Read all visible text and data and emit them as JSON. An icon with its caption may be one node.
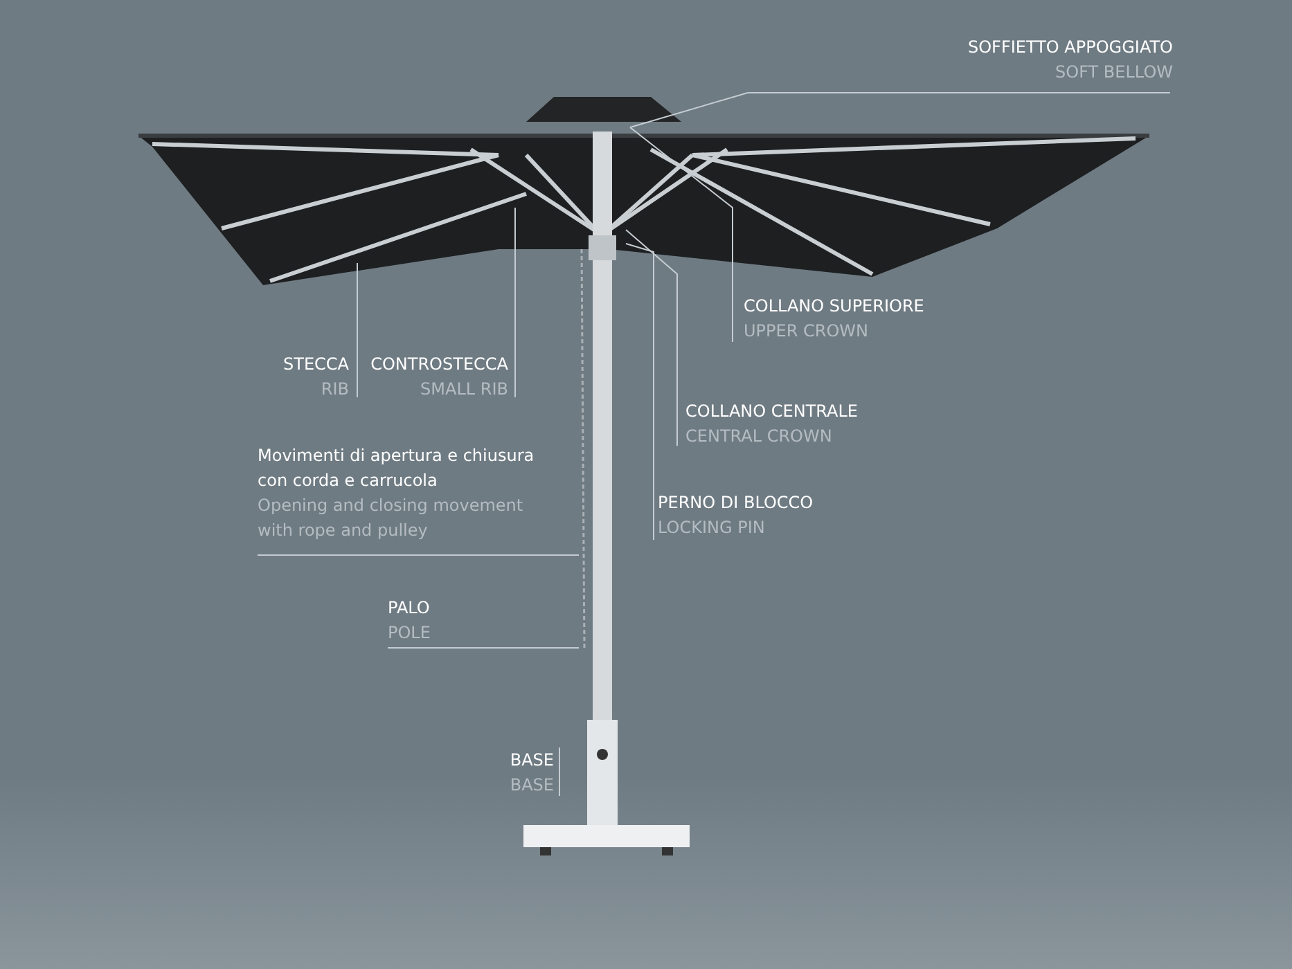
{
  "diagram": {
    "nodes": [
      {
        "text": [
          "SOFFIETTO APPOGGIATO",
          "SOFT BELLOW"
        ]
      },
      {
        "text": [
          "COLLANO SUPERIORE",
          "UPPER CROWN"
        ]
      },
      {
        "text": [
          "STECCA",
          "RIB"
        ]
      },
      {
        "text": [
          "CONTROSTECCA",
          "SMALL RIB"
        ]
      },
      {
        "text": [
          "COLLANO CENTRALE",
          "CENTRAL CROWN"
        ]
      },
      {
        "text": [
          "Movimenti di apertura e chiusura con corda e carrucola",
          "Opening and closing movement with rope and pulley"
        ]
      },
      {
        "text": [
          "PERNO DI BLOCCO",
          "LOCKING PIN"
        ]
      },
      {
        "text": [
          "PALO",
          "POLE"
        ]
      },
      {
        "text": [
          "BASE",
          "BASE"
        ]
      }
    ],
    "edges": [
      {
        "from": 0,
        "to": null,
        "arrow": "none"
      },
      {
        "from": 1,
        "to": null,
        "arrow": "none"
      },
      {
        "from": 2,
        "to": null,
        "arrow": "none"
      },
      {
        "from": 3,
        "to": null,
        "arrow": "none"
      },
      {
        "from": 4,
        "to": null,
        "arrow": "none"
      },
      {
        "from": 5,
        "to": null,
        "arrow": "none"
      },
      {
        "from": 6,
        "to": null,
        "arrow": "none"
      },
      {
        "from": 7,
        "to": null,
        "arrow": "none"
      },
      {
        "from": 8,
        "to": null,
        "arrow": "none"
      }
    ]
  }
}
